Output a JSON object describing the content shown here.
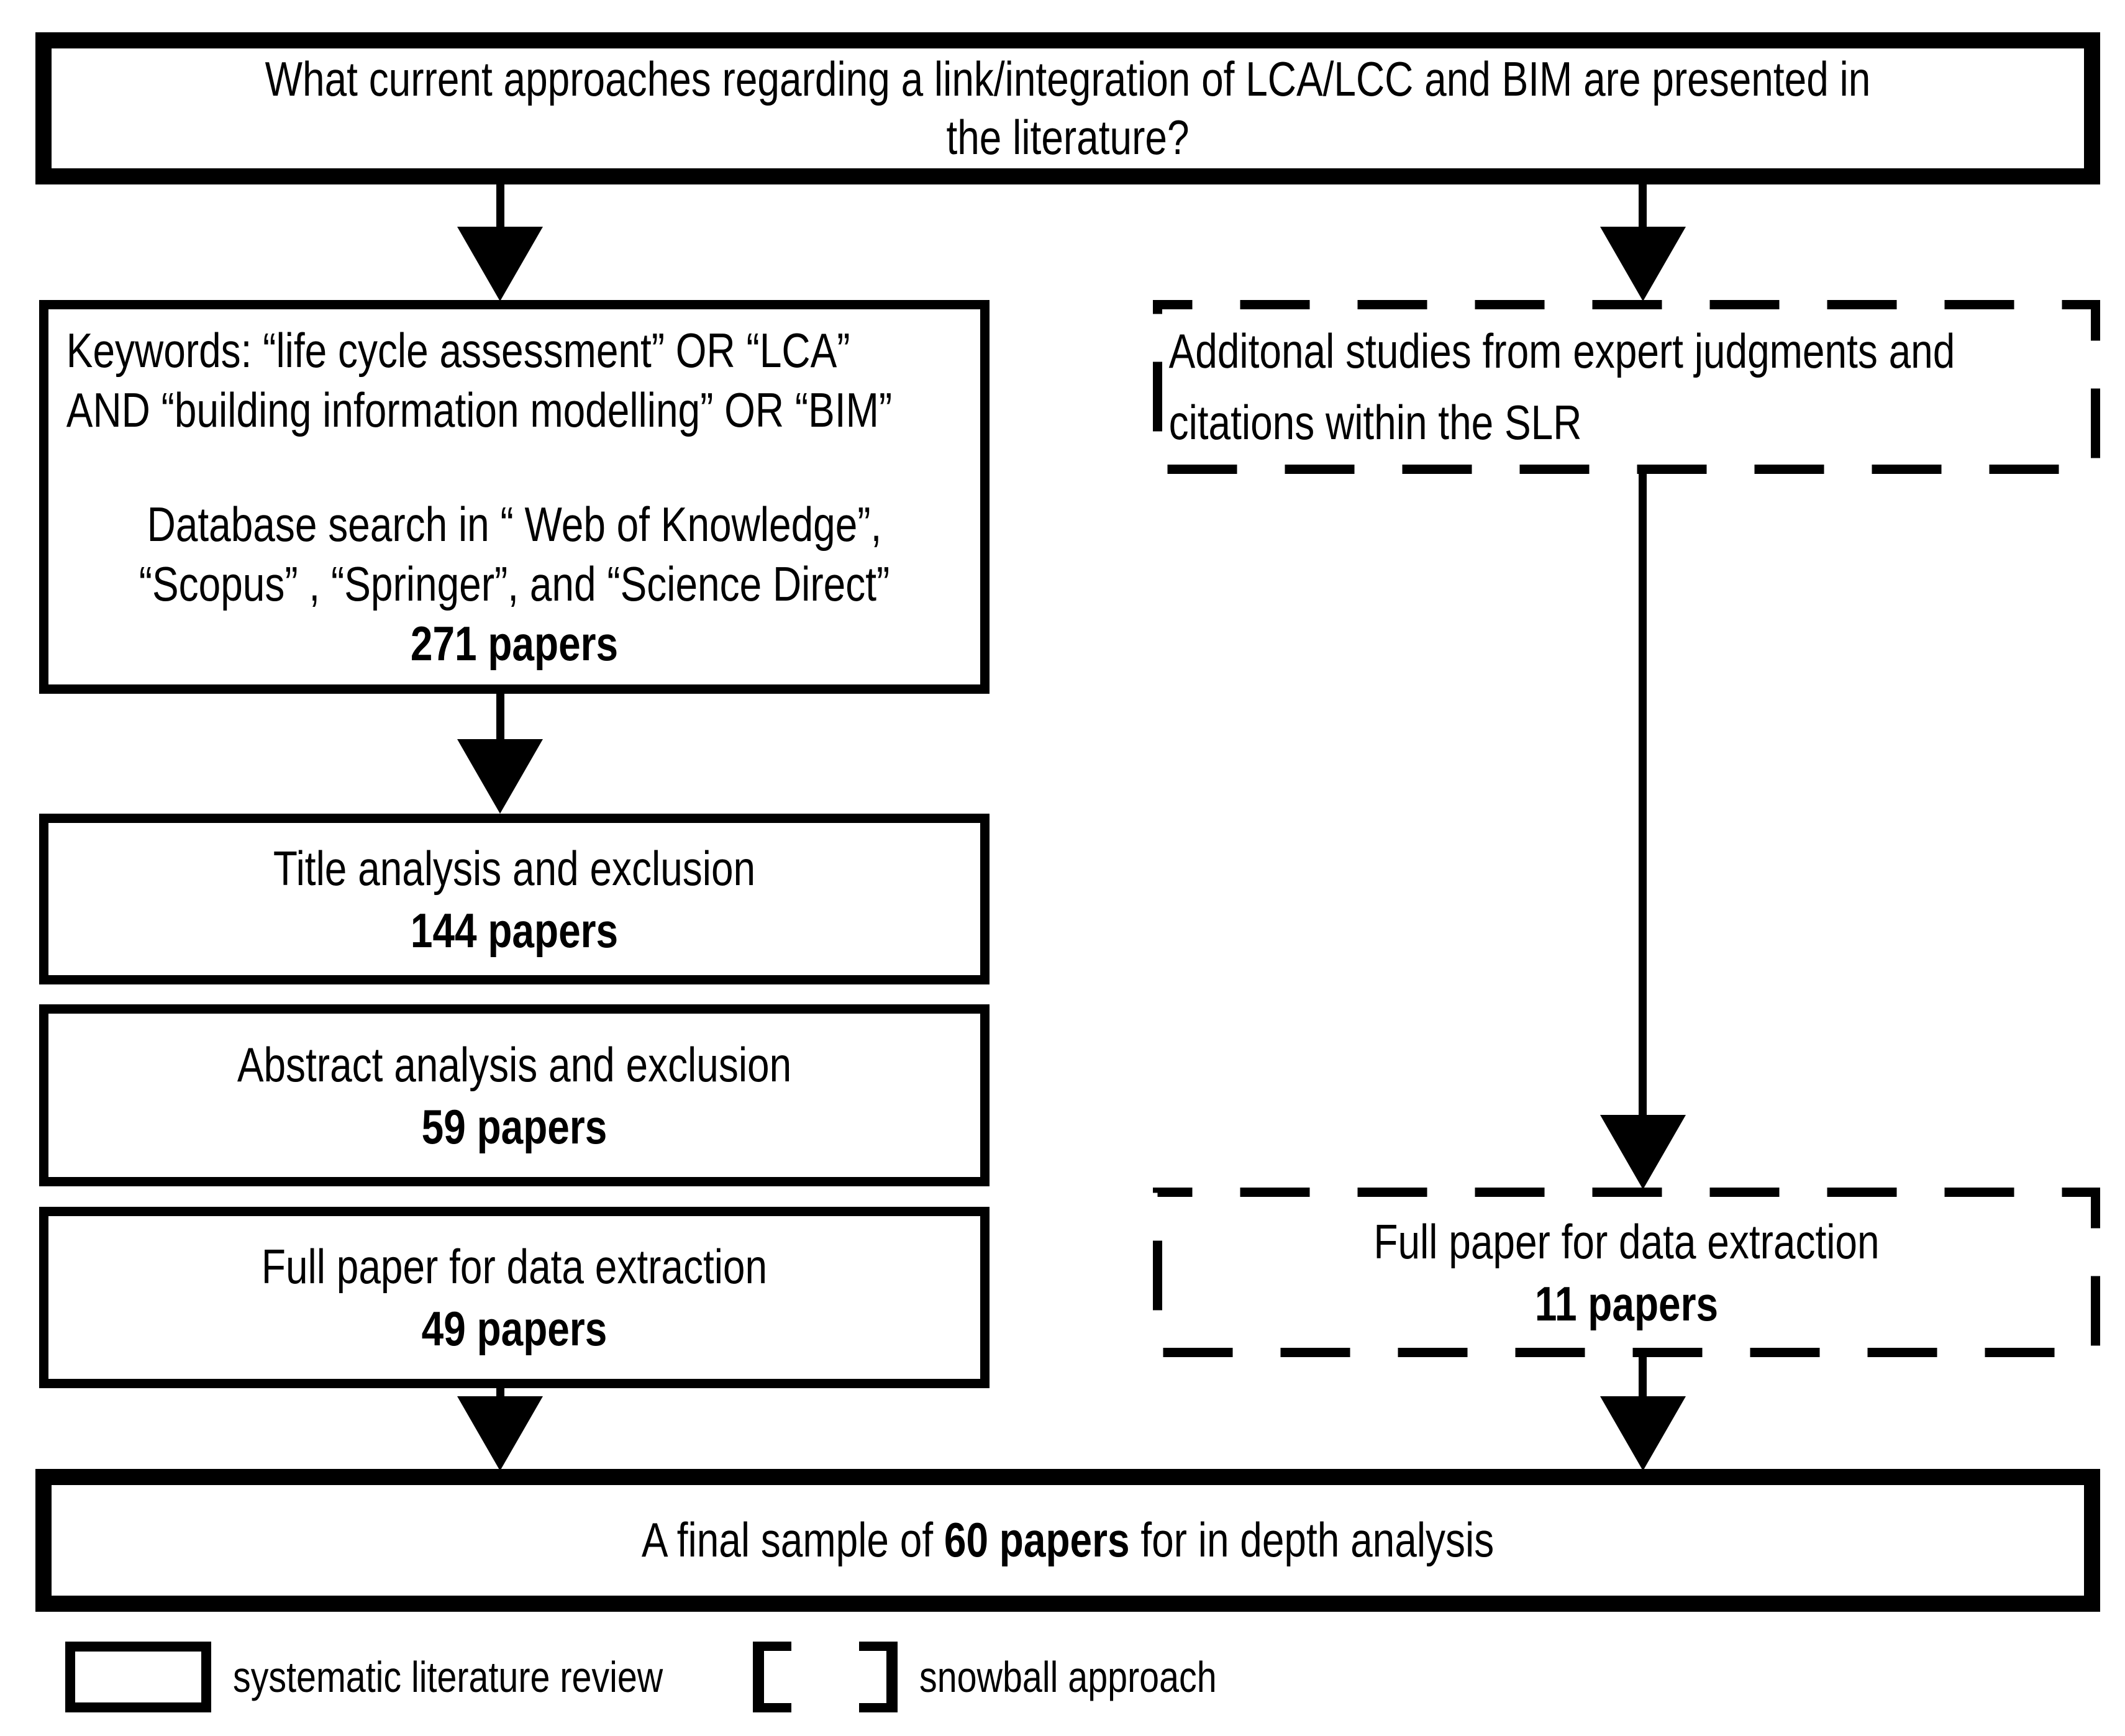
{
  "question": {
    "text": "What current approaches regarding a link/integration of LCA/LCC and BIM are presented in the literature?"
  },
  "keywords_box": {
    "keywords_lines": [
      "Keywords: “life cycle assessment” OR “LCA”",
      "AND “building information modelling” OR “BIM”"
    ],
    "search_lines": [
      "Database search in “ Web of Knowledge”,",
      "“Scopus” , “Springer”, and “Science Direct”"
    ],
    "count": "271 papers"
  },
  "snowball_box": {
    "lines": [
      "Additonal studies from expert judgments and",
      "citations within the SLR"
    ]
  },
  "title_box": {
    "label": "Title analysis and exclusion",
    "count": "144 papers"
  },
  "abstract_box": {
    "label": "Abstract analysis and exclusion",
    "count": "59 papers"
  },
  "fullpaper_box": {
    "label": "Full paper for data extraction",
    "count": "49 papers"
  },
  "snowball_fullpaper_box": {
    "label": "Full paper for data extraction",
    "count": "11 papers"
  },
  "final_box": {
    "prefix": "A final sample of ",
    "bold": "60 papers",
    "suffix": " for in depth analysis"
  },
  "legend": {
    "slr_label": "systematic literature review",
    "snowball_label": "snowball approach"
  },
  "colors": {
    "ink": "#000000",
    "background": "#ffffff"
  }
}
